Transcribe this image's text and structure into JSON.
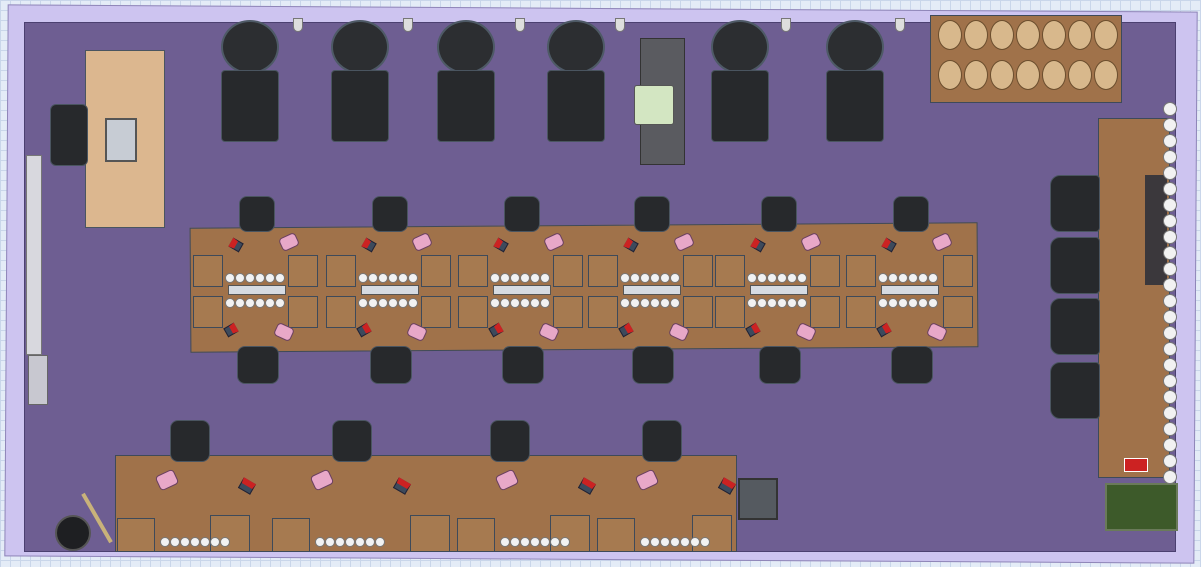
{
  "scene": {
    "colors": {
      "floor": "#6e5e92",
      "wall": "#cdc4f0",
      "wood": "#a0724a",
      "reception_desk": "#dcb78f",
      "chair": "#27292c",
      "mat": "#3d5a2a",
      "hair_dryer": "#e8a8c8"
    },
    "icons": [
      "reception-desk",
      "office-chair",
      "shampoo-bowl-chair",
      "mannequin-head-shelf",
      "styling-station",
      "hair-dryer",
      "hair-brush",
      "trash-bin",
      "broom",
      "floor-mat",
      "product-counter"
    ]
  }
}
